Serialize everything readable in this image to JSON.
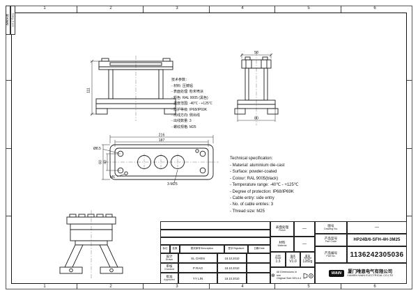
{
  "sheet": {
    "grid": [
      "1",
      "2",
      "3",
      "4",
      "5",
      "6"
    ],
    "corner_box": {
      "cn": "相关更改",
      "en": "Dwg.Com"
    }
  },
  "specs_cn": {
    "title": "技术参数：",
    "items": [
      "- 材料: 压铸铝",
      "- 表面处理: 粉末喷涂",
      "- 颜色: RAL 9005 (黑色)",
      "- 温度范围: -40℃ - +125℃",
      "- 防护等级: IP68/IP69K",
      "- 出线方向: 侧出线",
      "- 出线数量: 3",
      "- 螺纹规格: M25"
    ]
  },
  "specs_en": {
    "title": "Technical specification:",
    "items": [
      "- Material: aluminium die-cast",
      "- Surface: powder-coated",
      "- Colour: RAL 9005(black)",
      "- Temperature range: -40℃ - +125℃",
      "- Degree of protection: IP68/IP69K",
      "- Cable entry: side entry",
      "- No. of cable entries: 3",
      "- Thread size: M25"
    ]
  },
  "dims": {
    "front_height": "111",
    "side_width": "58",
    "side_base": "80",
    "plan_width": "216",
    "plan_inner_width": "187",
    "plan_hole": "Ø8.5",
    "plan_h_outer": "60",
    "plan_h_holes": "40",
    "plan_thread": "3-M25",
    "plan_m6": "M6"
  },
  "titleblock": {
    "header": {
      "c1": "标记",
      "c2": "处数",
      "c3": "更改单号/Description",
      "c4": "签字/Signature",
      "c5": "日期/Date"
    },
    "drawn": {
      "cn": "设计",
      "en": "Drawn",
      "name": "SL CHEN",
      "date": "18.10.2010"
    },
    "checked": {
      "cn": "审核",
      "en": "Checked",
      "name": "P RAO",
      "date": "18.10.2010"
    },
    "approved": {
      "cn": "批准",
      "en": "Approved",
      "name": "YY LIN",
      "date": "18.10.2010"
    },
    "finish": {
      "cn": "表面处理",
      "en": "Finish",
      "value": "—"
    },
    "material": {
      "cn": "材料",
      "en": "Material",
      "value": "—"
    },
    "scale": {
      "cn": "比例",
      "en": "Scale",
      "value": "1:3"
    },
    "rev": {
      "cn": "版本",
      "en": "REV.",
      "value": "V1.0"
    },
    "weight": {
      "cn": "重量",
      "en": "Weight",
      "value": "1282g"
    },
    "drawing_no": {
      "cn": "图号",
      "en": "Drawing No.",
      "value": "—"
    },
    "part_code": {
      "cn": "产品型号",
      "en": "Part Code",
      "value": "HP24B/6-SFH-4H-3M25"
    },
    "part_no": {
      "cn": "产品编号",
      "en": "Part No.",
      "value": "1136242305036"
    },
    "company": {
      "logo": "WAIN",
      "cn": "厦门唯恩电气有限公司",
      "en": "XIAMEN WAIN ELECTRICAL CO.LTD"
    },
    "note": {
      "line1": "All Dimensions in mm",
      "line2": "Original Size DIN A 4"
    }
  }
}
